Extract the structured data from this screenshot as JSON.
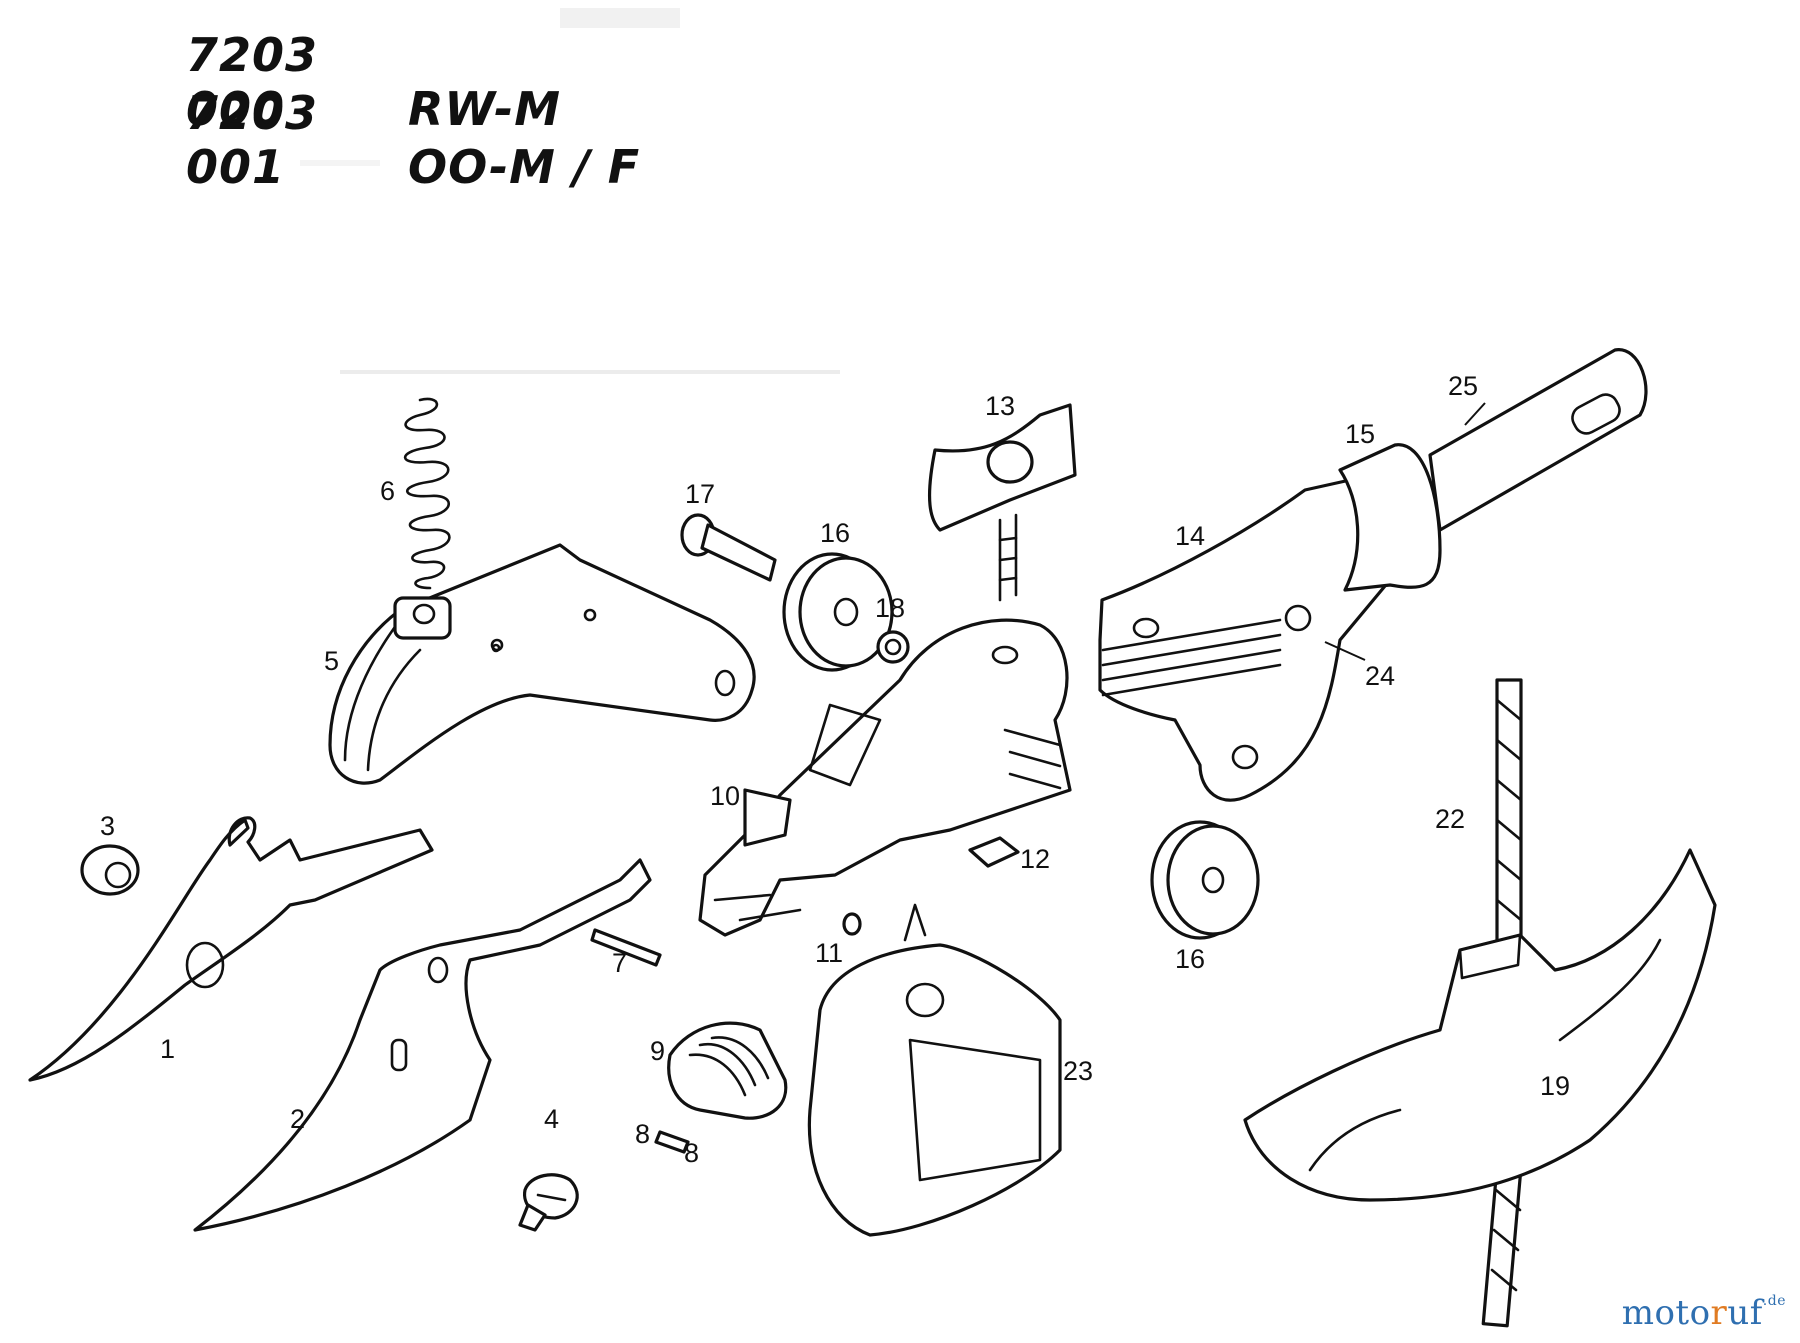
{
  "header": {
    "lines": [
      {
        "code": "7203 000",
        "model": "RW-M"
      },
      {
        "code": "7203 001",
        "model": "OO-M / F"
      }
    ]
  },
  "callouts": [
    "1",
    "2",
    "3",
    "4",
    "5",
    "6",
    "7",
    "8",
    "8",
    "9",
    "10",
    "11",
    "12",
    "13",
    "14",
    "15",
    "16",
    "16",
    "17",
    "18",
    "19",
    "22",
    "23",
    "24",
    "25"
  ],
  "parts": [
    {
      "id": "blade-1",
      "icon": "upper-blade-icon"
    },
    {
      "id": "blade-2",
      "icon": "lower-blade-icon"
    },
    {
      "id": "nut-3",
      "icon": "cap-nut-icon"
    },
    {
      "id": "screw-4",
      "icon": "screw-icon"
    },
    {
      "id": "housing-5",
      "icon": "housing-icon"
    },
    {
      "id": "spring-6",
      "icon": "spring-icon"
    },
    {
      "id": "pin-7",
      "icon": "pin-icon"
    },
    {
      "id": "pin-8",
      "icon": "pin-icon"
    },
    {
      "id": "clip-9",
      "icon": "clip-icon"
    },
    {
      "id": "arm-10",
      "icon": "lever-arm-icon"
    },
    {
      "id": "nut-12",
      "icon": "square-nut-icon"
    },
    {
      "id": "wingnut-13",
      "icon": "wing-nut-icon"
    },
    {
      "id": "head-14",
      "icon": "pole-head-icon"
    },
    {
      "id": "ring-15",
      "icon": "ring-icon"
    },
    {
      "id": "pulley-16",
      "icon": "pulley-icon"
    },
    {
      "id": "bolt-17",
      "icon": "bolt-icon"
    },
    {
      "id": "bush-18",
      "icon": "bushing-icon"
    },
    {
      "id": "handle-19",
      "icon": "t-handle-icon"
    },
    {
      "id": "cord-22",
      "icon": "cord-icon"
    },
    {
      "id": "cover-23",
      "icon": "cover-icon"
    },
    {
      "id": "shaft-25",
      "icon": "shaft-icon"
    }
  ],
  "watermark": {
    "main": "moto",
    "accent": "r",
    "rest": "uf",
    "tld": ".de"
  },
  "colors": {
    "ink": "#111111",
    "watermark_blue": "#2f6fb0",
    "watermark_orange": "#e07b22"
  }
}
